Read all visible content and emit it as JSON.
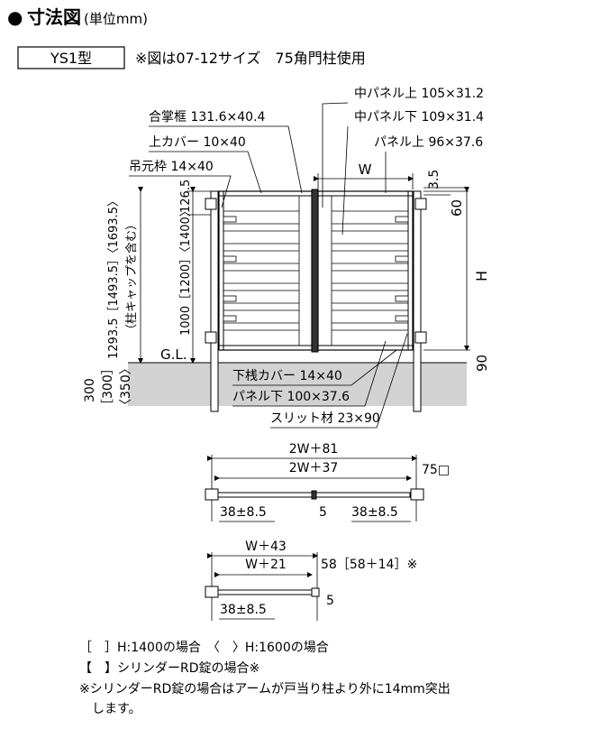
{
  "heading": {
    "bullet": "●",
    "title": "寸法図",
    "unit": "(単位mm)"
  },
  "model": {
    "type_label": "YS1型",
    "note": "※図は07-12サイズ　75角門柱使用"
  },
  "top_labels": {
    "gassho": "合掌框 131.6×40.4",
    "upper_cover": "上カバー 10×40",
    "hanging_frame": "吊元枠 14×40",
    "mid_panel_upper": "中パネル上 105×31.2",
    "mid_panel_lower": "中パネル下 109×31.4",
    "panel_upper": "パネル上 96×37.6"
  },
  "dims": {
    "W": "W",
    "d35": "3.5",
    "d60": "60",
    "H": "H",
    "d90": "90",
    "d1265": "126.5",
    "heights_inner": "1000［1200］〈1400〉",
    "heights_outer": "1293.5［1493.5］〈1693.5〉",
    "post_cap": "（柱キャップを含む）",
    "gl": "G.L.",
    "ground": "300",
    "ground_b": "［300］",
    "ground_c": "〈350〉"
  },
  "bottom_labels": {
    "lower_rail_cover": "下桟カバー 14×40",
    "panel_lower": "パネル下 100×37.6",
    "slit": "スリット材 23×90"
  },
  "plan_double": {
    "outer": "2W＋81",
    "inner": "2W＋37",
    "post": "75□",
    "left_off": "38±8.5",
    "gap": "5",
    "right_off": "38±8.5"
  },
  "plan_single": {
    "outer": "W＋43",
    "inner": "W＋21",
    "side": "58［58＋14］※",
    "off": "38±8.5",
    "gap": "5"
  },
  "legend": [
    "［　］H:1400の場合　〈　〉H:1600の場合",
    "【　】シリンダーRD錠の場合※",
    "※シリンダーRD錠の場合はアームが戸当り柱より外に14mm突出",
    "　します。"
  ]
}
